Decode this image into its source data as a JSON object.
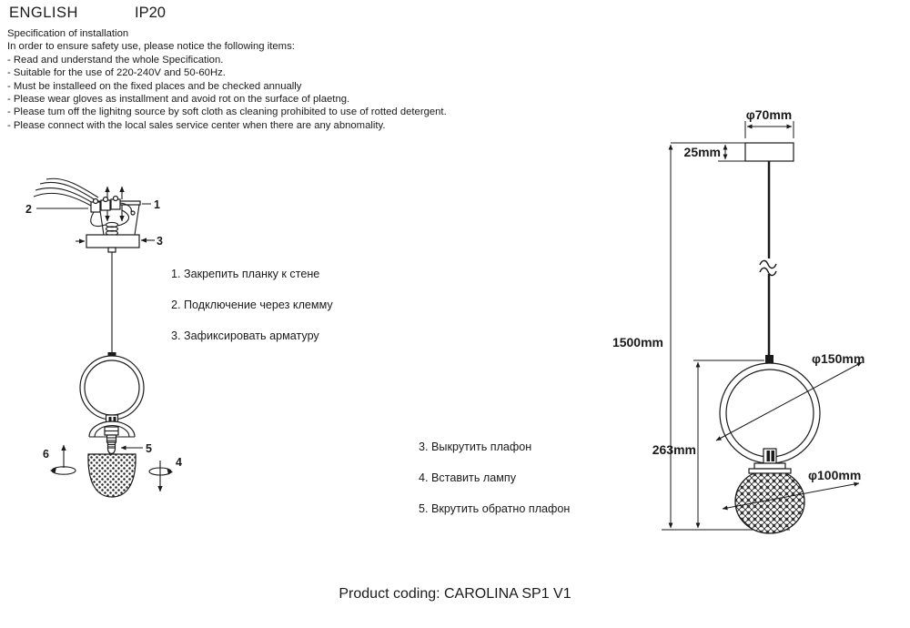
{
  "header": {
    "language": "ENGLISH",
    "ip_rating": "IP20"
  },
  "spec": {
    "title": "Specification of installation",
    "intro": "In order to ensure safety use, please notice the following items:",
    "items": [
      "- Read and understand the whole Specification.",
      "- Suitable for the use of 220-240V and 50-60Hz.",
      "- Must be installeed on the fixed places and be checked annually",
      "- Please wear gloves as installment and avoid rot on the surface of plaetng.",
      "- Please tum off the lighitng source by soft cloth as cleaning prohibited to use of rotted detergent.",
      "- Please connect with the local sales service center when there are any abnomality."
    ]
  },
  "install_steps": [
    "1. Закрепить планку к стене",
    "2. Подключение через клемму",
    "3. Зафиксировать арматуру"
  ],
  "bulb_steps": [
    "3. Выкрутить плафон",
    "4. Вставить лампу",
    "5. Вкрутить обратно плафон"
  ],
  "callouts": {
    "bracket": "1",
    "terminal": "2",
    "canopy": "3",
    "lamp_turn": "4",
    "socket": "5",
    "shade_turn": "6"
  },
  "dimensions": {
    "canopy_diameter": "φ70mm",
    "canopy_height": "25mm",
    "overall_drop": "1500mm",
    "ring_diameter": "φ150mm",
    "fixture_height": "263mm",
    "sphere_diameter": "φ100mm"
  },
  "footer": {
    "product_coding": "Product coding: CAROLINA SP1 V1"
  }
}
